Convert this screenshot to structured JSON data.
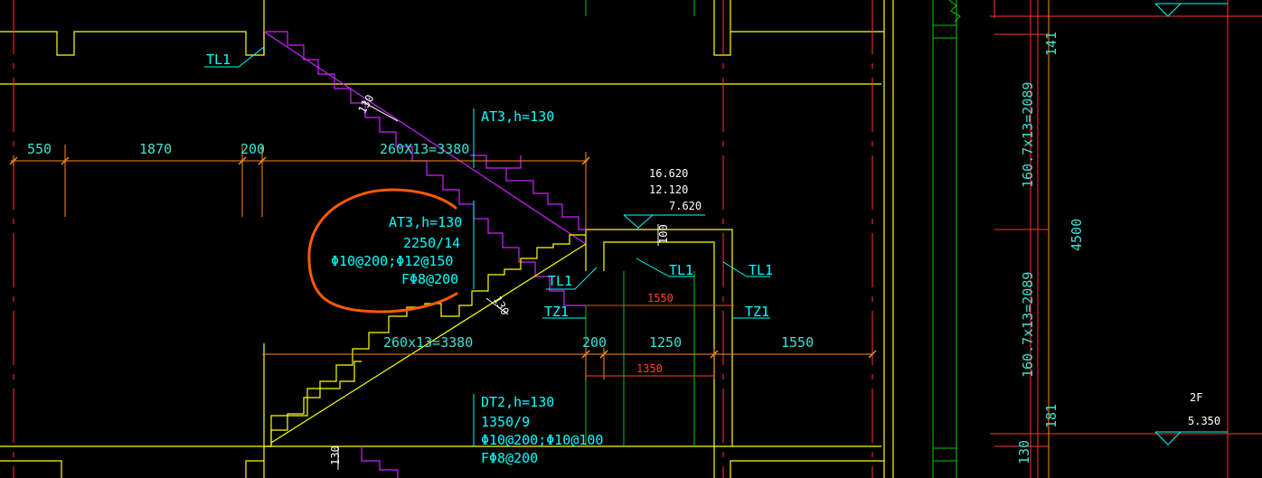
{
  "colors": {
    "background": "#000000",
    "wall": "#ffff00",
    "dimension": "#ff8c1a",
    "stair_edge": "#ff00ff",
    "stair_line": "#cc22ff",
    "column": "#ff3333",
    "grid": "#00cc00",
    "annotation": "#00ffff",
    "dim_text": "#40e0d0",
    "markup": "#ff5a00",
    "white": "#ffffff"
  },
  "labels": {
    "tl1_top_left": "TL1",
    "at3_upper": "AT3,h=130",
    "dim_550": "550",
    "dim_1870": "1870",
    "dim_200_top": "200",
    "dim_260x13_top": "260X13=3380",
    "dim_130_diag_top": "130",
    "elev_16620": "16.620",
    "elev_12120": "12.120",
    "elev_7620": "7.620",
    "dim_100": "100",
    "at3_lower": "AT3,h=130",
    "at3_span": "2250/14",
    "at3_rebar_top": "Φ10@200;Φ12@150",
    "at3_rebar_dist": "FΦ8@200",
    "tl1_mid": "TL1",
    "tl1_landing_a": "TL1",
    "tl1_landing_b": "TL1",
    "tz1_left": "TZ1",
    "tz1_right": "TZ1",
    "dim_1550_red": "1550",
    "dim_130_diag_mid": "130",
    "dim_260x13_bottom": "260x13=3380",
    "dim_200_mid": "200",
    "dim_1250": "1250",
    "dim_1550_right": "1550",
    "dim_1350_red": "1350",
    "dt2": "DT2,h=130",
    "dt2_span": "1350/9",
    "dt2_rebar_top": "Φ10@200;Φ10@100",
    "dt2_rebar_dist": "FΦ8@200",
    "dim_130_bottom": "130",
    "dim_141": "141",
    "dim_1607x13_upper": "160.7x13=2089",
    "dim_4500": "4500",
    "dim_1607x13_lower": "160.7x13=2089",
    "dim_181": "181",
    "dim_130_right": "130",
    "floor_2f": "2F",
    "floor_elev": "5.350"
  }
}
